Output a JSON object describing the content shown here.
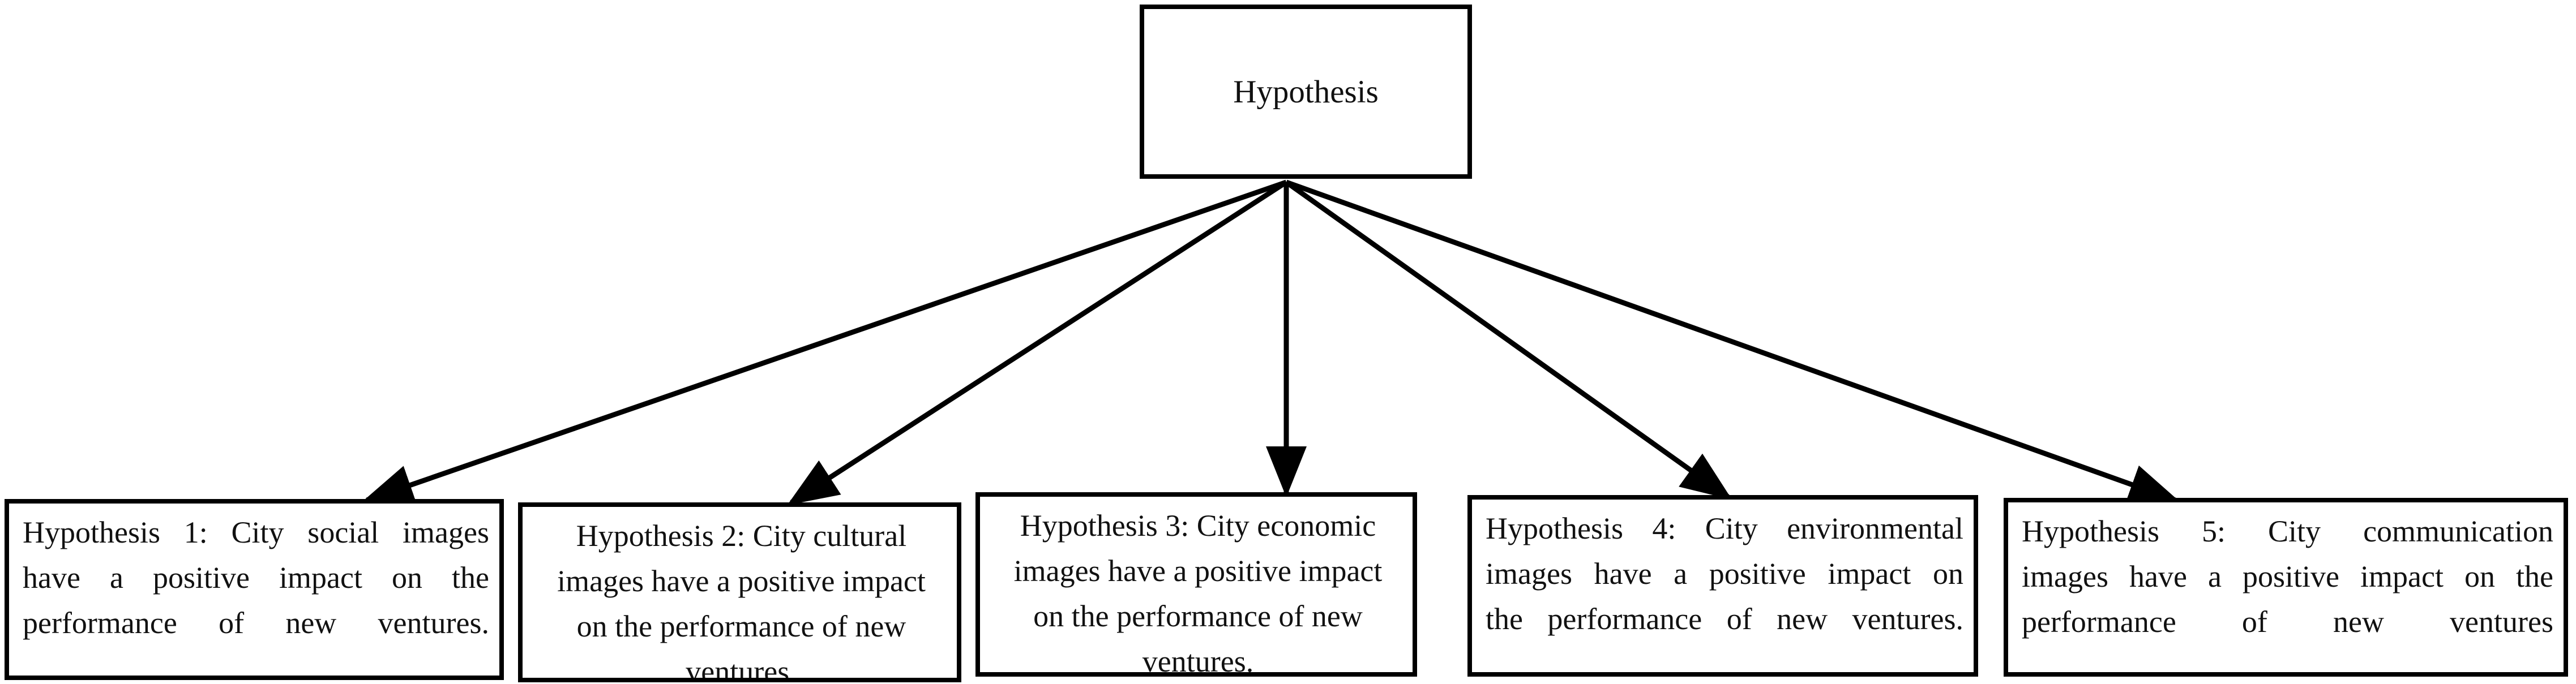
{
  "root": {
    "label": "Hypothesis"
  },
  "hypotheses": [
    {
      "lines": [
        "Hypothesis 1: City social images",
        "have a positive impact on the",
        "performance of new ventures."
      ]
    },
    {
      "lines": [
        "Hypothesis 2: City cultural",
        "images have a positive impact",
        "on the performance of new",
        "ventures."
      ]
    },
    {
      "lines": [
        "Hypothesis 3: City economic",
        "images have a positive impact",
        "on the performance of new",
        "ventures."
      ]
    },
    {
      "lines": [
        "Hypothesis 4: City environmental",
        "images have a positive impact on",
        "the performance of new ventures."
      ]
    },
    {
      "lines": [
        "Hypothesis 5: City communication",
        "images have a positive impact on the",
        "performance of new ventures"
      ]
    }
  ],
  "style": {
    "line_color": "#000000",
    "box_border_color": "#000000",
    "background": "#ffffff"
  }
}
